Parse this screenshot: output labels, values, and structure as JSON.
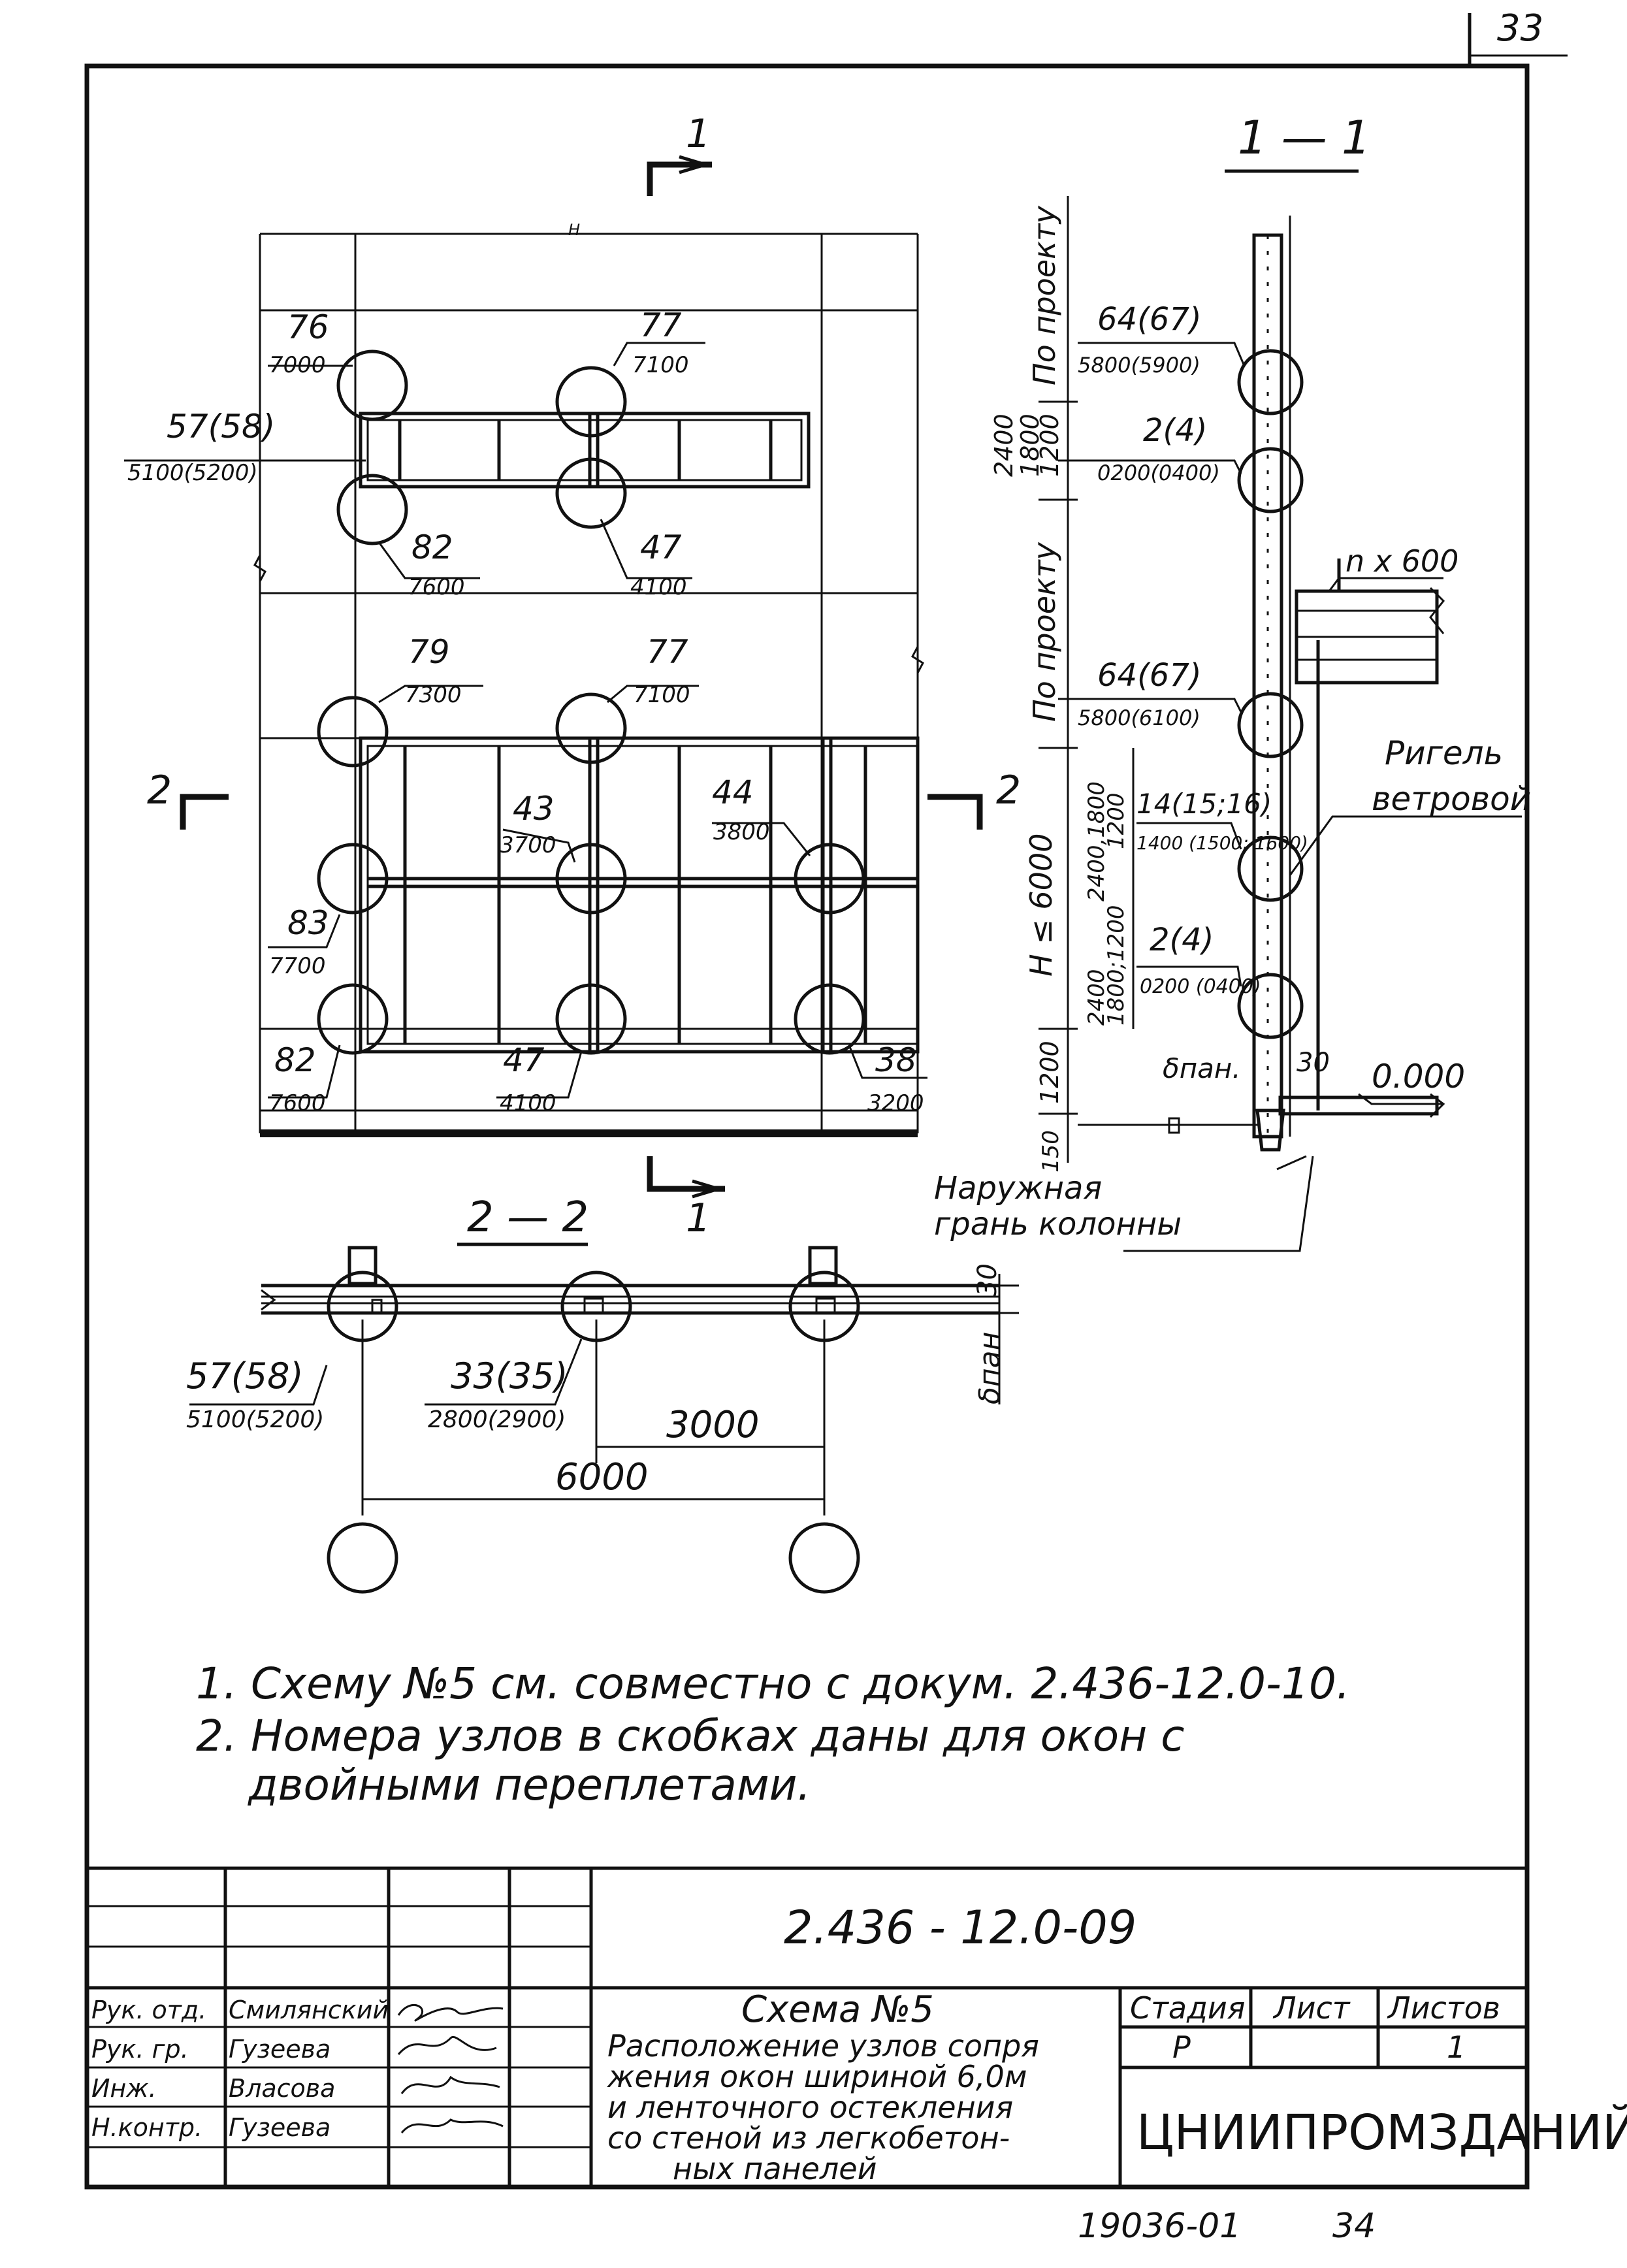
{
  "sheet": {
    "sheet_number": "33",
    "bottom_code": "19036-01",
    "bottom_number": "34"
  },
  "elevation": {
    "cut_1_label": "1",
    "cut_2_label": "2",
    "top_mark": "H",
    "nodes": [
      {
        "num": "76",
        "code": "7000"
      },
      {
        "num": "77",
        "code": "7100"
      },
      {
        "num": "57(58)",
        "code": "5100(5200)"
      },
      {
        "num": "82",
        "code": "7600"
      },
      {
        "num": "47",
        "code": "4100"
      },
      {
        "num": "79",
        "code": "7300"
      },
      {
        "num": "77",
        "code": "7100"
      },
      {
        "num": "43",
        "code": "3700"
      },
      {
        "num": "44",
        "code": "3800"
      },
      {
        "num": "83",
        "code": "7700"
      },
      {
        "num": "82",
        "code": "7600"
      },
      {
        "num": "47",
        "code": "4100"
      },
      {
        "num": "38",
        "code": "3200"
      }
    ]
  },
  "section_1_1": {
    "title": "1 — 1",
    "labels": {
      "by_project_top": "По проекту",
      "by_project_mid": "По проекту",
      "dim_2400_1800": "2400\n1800",
      "dim_1200": "1200",
      "h_le_6000": "H ≤ 6000",
      "dim_2400_1800_1200": "2400,1800\n1200",
      "dim_2400_1800_1200b": "2400\n1800;1200",
      "dim_1200b": "1200",
      "dim_150": "150",
      "n_x_600": "n x 600",
      "rigel": "Ригель",
      "wind": "ветровой",
      "level": "0.000",
      "b_pan": "δпан.",
      "dim_30": "30",
      "outer_face": "Наружная",
      "outer_face2": "грань колонны"
    },
    "nodes": [
      {
        "num": "64(67)",
        "code": "5800(5900)"
      },
      {
        "num": "2(4)",
        "code": "0200(0400)"
      },
      {
        "num": "64(67)",
        "code": "5800(6100)"
      },
      {
        "num": "14(15;16)",
        "code": "1400 (1500; 1600)"
      },
      {
        "num": "2(4)",
        "code": "0200 (0400)"
      }
    ]
  },
  "section_2_2": {
    "title": "2 — 2",
    "nodes": [
      {
        "num": "57(58)",
        "code": "5100(5200)"
      },
      {
        "num": "33(35)",
        "code": "2800(2900)"
      }
    ],
    "dim_3000": "3000",
    "dim_6000": "6000",
    "dim_30": "30",
    "b_pan": "δпан"
  },
  "notes": [
    "1. Схему №5 см. совместно с докум. 2.436-12.0-10.",
    "2. Номера узлов в скобках даны для окон с",
    "двойными переплетами."
  ],
  "title_block": {
    "doc_code": "2.436 - 12.0-09",
    "scheme": "Схема №5",
    "description": [
      "Расположение узлов сопря",
      "жения окон шириной 6,0м",
      "и ленточного остекления",
      "со стеной из легкобетон-",
      "ных панелей"
    ],
    "stage_header": "Стадия",
    "sheet_header": "Лист",
    "sheets_header": "Листов",
    "stage": "Р",
    "sheets": "1",
    "organization": "ЦНИИПРОМЗДАНИЙ",
    "roles": [
      {
        "role": "Рук. отд.",
        "name": "Смилянский"
      },
      {
        "role": "Рук. гр.",
        "name": "Гузеева"
      },
      {
        "role": "Инж.",
        "name": "Власова"
      },
      {
        "role": "Н.контр.",
        "name": "Гузеева"
      }
    ]
  }
}
